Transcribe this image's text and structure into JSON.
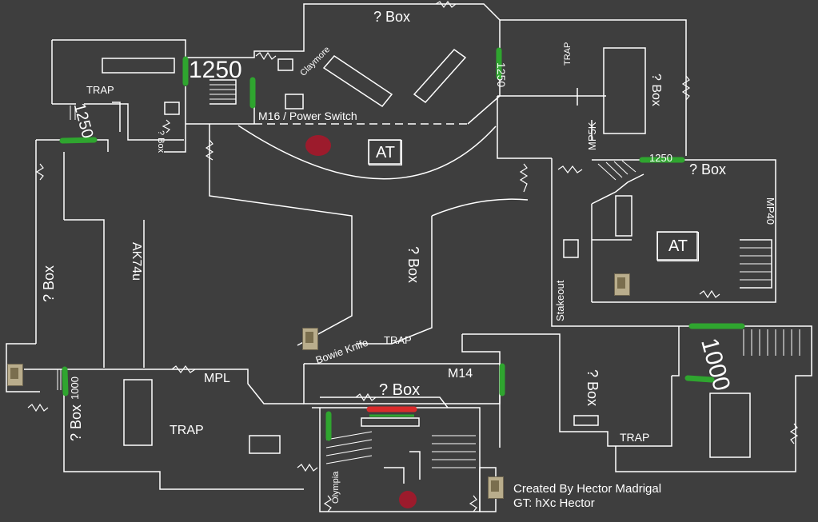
{
  "labels": {
    "box_top": "? Box",
    "claymore": "Claymore",
    "cost_1250_top": "1250",
    "cost_1250_right": "1250",
    "cost_1250_left": "1250",
    "cost_1250_mid": "1250",
    "trap_top_left": "TRAP",
    "box_small": "? Box",
    "m16_power": "M16 / Power Switch",
    "at_top": "AT",
    "trap_top_right": "TRAP",
    "box_top_right": "? Box",
    "mp5k": "MP5K",
    "box_right": "? Box",
    "mp40": "MP40",
    "at_right": "AT",
    "stakeout": "Stakeout",
    "box_left": "? Box",
    "ak74u": "AK74u",
    "box_center": "? Box",
    "bowie_knife": "Bowie Knife",
    "trap_center": "TRAP",
    "mpl": "MPL",
    "box_bottom_center": "? Box",
    "m14": "M14",
    "cost_1000_left": "1000",
    "box_bottom_left": "? Box",
    "trap_bottom_left": "TRAP",
    "olympia": "Olympia",
    "box_bottom_right": "? Box",
    "trap_bottom_right": "TRAP",
    "cost_1000_right": "1000"
  },
  "credits": {
    "line1": "Created By Hector Madrigal",
    "line2": "GT: hXc Hector"
  },
  "colors": {
    "background": "#3e3e3e",
    "walls": "#ffffff",
    "door": "#2fa52f",
    "power_door": "#d92b2b",
    "spawn": "#9c1b2c",
    "wallbuy": "#b9ad8c"
  }
}
